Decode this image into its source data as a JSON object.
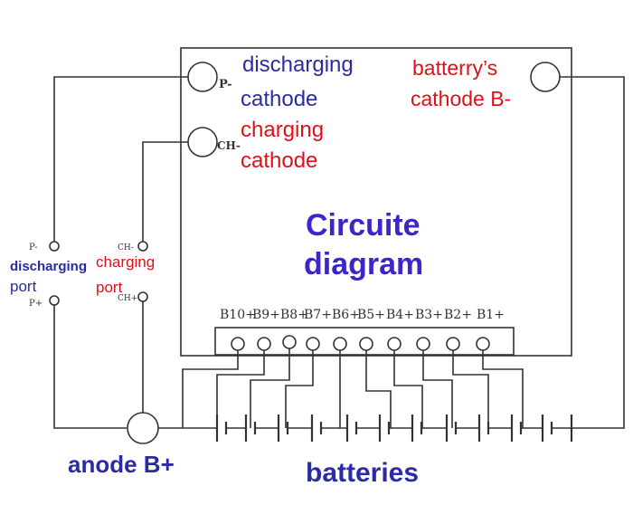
{
  "labels": {
    "p_minus": "P-",
    "discharging_cathode": {
      "line1": "discharging",
      "line2": "cathode"
    },
    "ch_minus": "CH-",
    "charging_cathode": {
      "line1": "charging",
      "line2": "cathode"
    },
    "battery_cathode": {
      "line1": "batterry’s",
      "line2": "cathode B-"
    },
    "title": {
      "line1": "Circuite",
      "line2": "diagram"
    },
    "left_p_minus": "P-",
    "left_p_plus": "P+",
    "discharging_port": {
      "line1": "discharging",
      "line2": "port"
    },
    "left_ch_minus": "CH-",
    "left_ch_plus": "CH+",
    "charging_port": {
      "line1": "charging",
      "line2": "port"
    },
    "anode": "anode B+",
    "batteries": "batteries"
  },
  "pins": [
    "B10+",
    "B9+",
    "B8+",
    "B7+",
    "B6+",
    "B5+",
    "B4+",
    "B3+",
    "B2+",
    "B1+"
  ],
  "colors": {
    "line": "#333333",
    "blue": "#2b2ba6",
    "red": "#e0101a",
    "background": "#ffffff"
  }
}
